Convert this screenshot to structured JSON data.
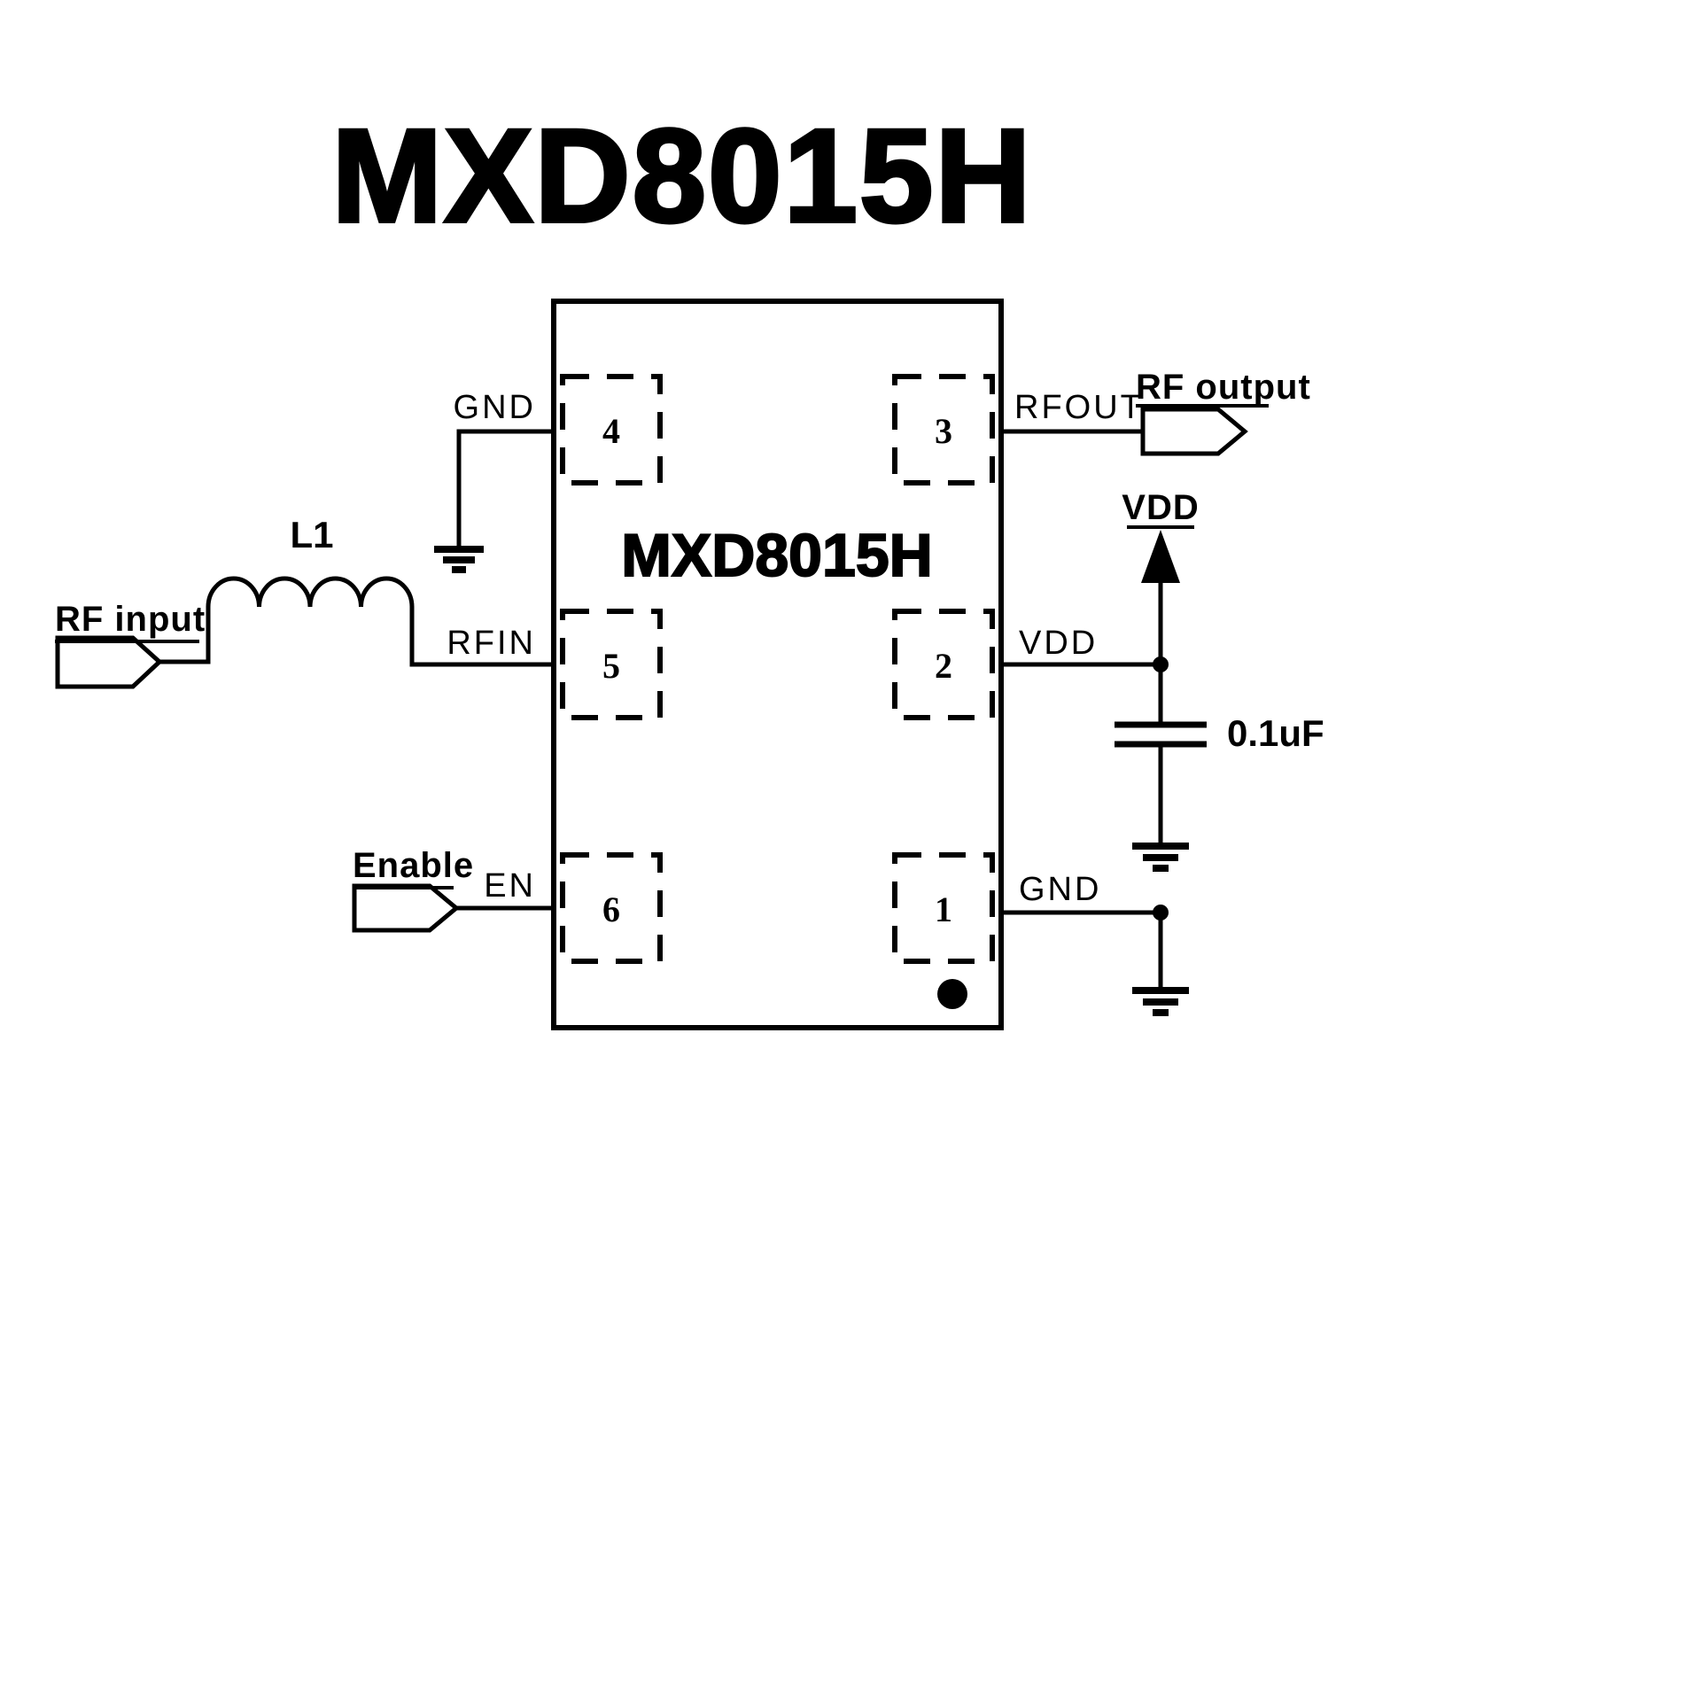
{
  "title": "MXD8015H",
  "ic": {
    "label": "MXD8015H",
    "pins": [
      {
        "number": "4",
        "label": "GND"
      },
      {
        "number": "5",
        "label": "RFIN"
      },
      {
        "number": "6",
        "label": "EN"
      },
      {
        "number": "3",
        "label": "RFOUT"
      },
      {
        "number": "2",
        "label": "VDD"
      },
      {
        "number": "1",
        "label": "GND"
      }
    ]
  },
  "components": {
    "inductor": "L1",
    "capacitor": "0.1uF",
    "power_rail": "VDD"
  },
  "ports": {
    "rf_input": "RF input",
    "rf_output": "RF output",
    "enable": "Enable"
  },
  "colors": {
    "line": "#000000",
    "background": "#ffffff"
  }
}
